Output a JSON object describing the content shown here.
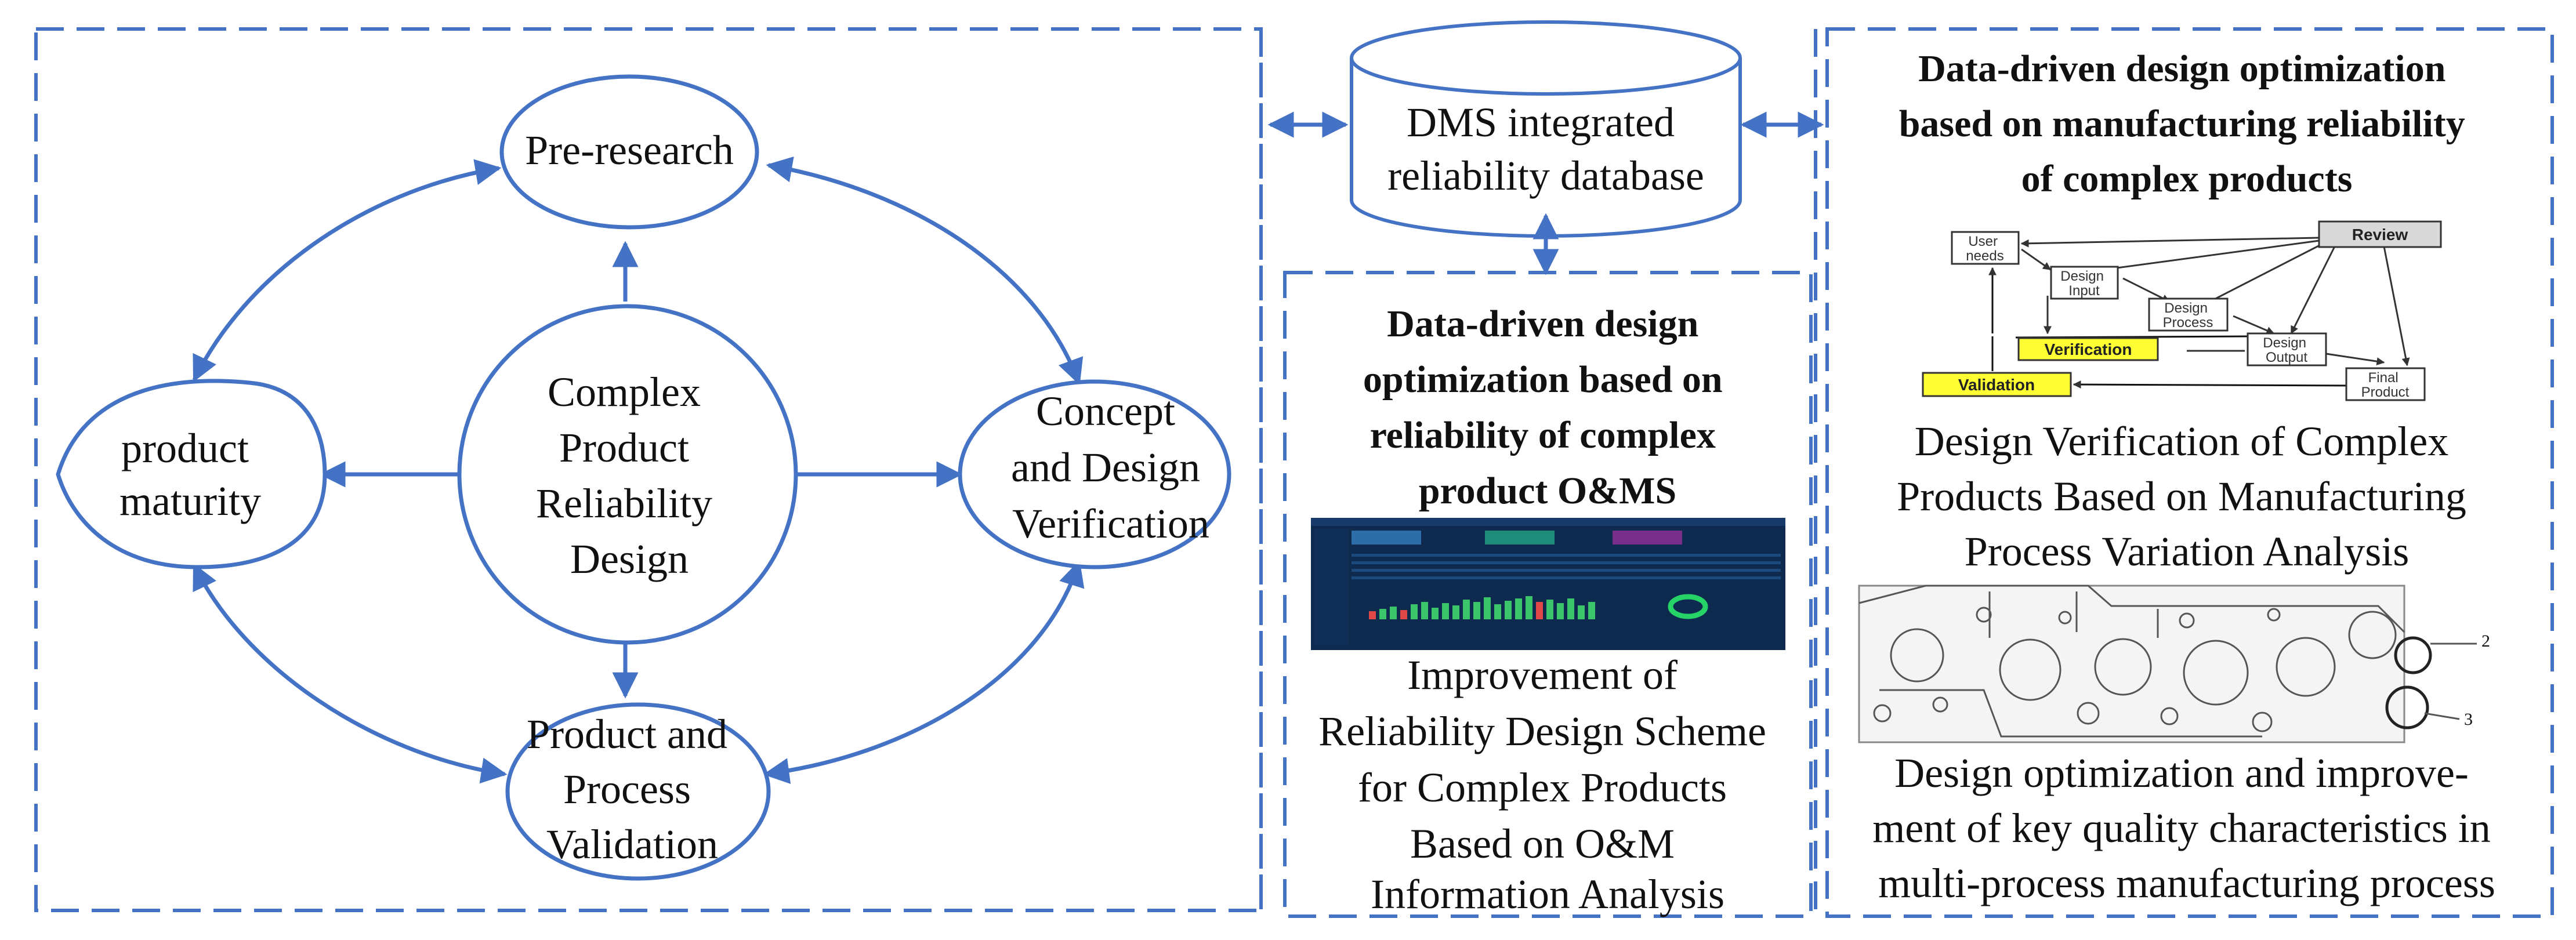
{
  "colors": {
    "accent": "#4472C4",
    "highlight": "#FFFF33",
    "dashboard_bg": "#0E2A4F"
  },
  "cycle": {
    "center": [
      "Complex",
      "Product",
      "Reliability",
      "Design"
    ],
    "pre_research": "Pre-research",
    "maturity": [
      "product",
      "maturity"
    ],
    "concept": [
      "Concept",
      "and Design",
      "Verification"
    ],
    "validation": [
      "Product and",
      "Process",
      "Validation"
    ]
  },
  "database": {
    "label": [
      "DMS integrated",
      "reliability database"
    ]
  },
  "middle": {
    "title": [
      "Data-driven design",
      "optimization based on",
      "reliability of complex",
      "product O&MS"
    ],
    "caption": [
      "Improvement of",
      "Reliability Design Scheme",
      "for Complex Products",
      "Based on O&M",
      "Information Analysis"
    ]
  },
  "right": {
    "title": [
      "Data-driven design optimization",
      "based on manufacturing reliability",
      "of complex products"
    ],
    "flow": {
      "user_needs": [
        "User",
        "needs"
      ],
      "design_input": [
        "Design",
        "Input"
      ],
      "design_process": [
        "Design",
        "Process"
      ],
      "design_output": [
        "Design",
        "Output"
      ],
      "final_product": [
        "Final",
        "Product"
      ],
      "review": "Review",
      "verification": "Verification",
      "validation": "Validation"
    },
    "caption1": [
      "Design Verification of Complex",
      "Products Based on Manufacturing",
      "Process Variation Analysis"
    ],
    "drawing_labels": [
      "2",
      "3"
    ],
    "caption2": [
      "Design optimization and improve-",
      "ment of key quality characteristics in",
      "multi-process manufacturing process"
    ]
  }
}
